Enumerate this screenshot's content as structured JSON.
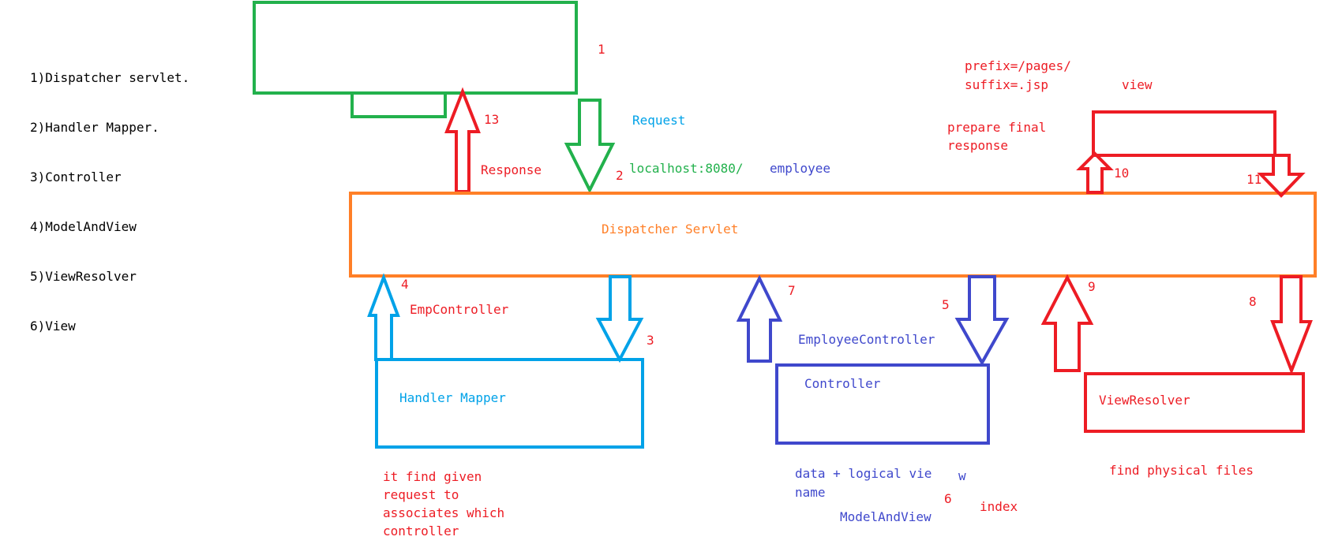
{
  "legend": {
    "items": [
      "1)Dispatcher servlet.",
      "2)Handler Mapper.",
      "3)Controller",
      "4)ModelAndView",
      "5)ViewResolver",
      "6)View"
    ]
  },
  "colors": {
    "green": "#22b14c",
    "orange": "#ff7f27",
    "cyan": "#00a2e8",
    "blue": "#3f48cc",
    "red": "#ed1c24",
    "black": "#000000"
  },
  "boxes": {
    "dispatcher": "Dispatcher Servlet",
    "handler_mapper": "Handler Mapper",
    "controller": "Controller",
    "view_resolver": "ViewResolver"
  },
  "steps": {
    "s1": "1",
    "s2": "2",
    "s3": "3",
    "s4": "4",
    "s5": "5",
    "s6": "6",
    "s7": "7",
    "s8": "8",
    "s9": "9",
    "s10": "10",
    "s11": "11",
    "s13": "13"
  },
  "labels": {
    "request": "Request",
    "response": "Response",
    "url_host": "localhost:8080/",
    "url_path": "employee",
    "emp_controller": "EmpController",
    "employee_controller": "EmployeeController",
    "prefix": "prefix=/pages/",
    "suffix": "suffix=.jsp",
    "view": "view",
    "prepare_final": "prepare final",
    "response_word": "response",
    "handler_note_1": "it find given",
    "handler_note_2": "request to",
    "handler_note_3": "associates which",
    "handler_note_4": "controller",
    "data_logical": "data + logical vie",
    "data_logical_w": "w",
    "name": "name",
    "model_and_view": "ModelAndView",
    "index": "index",
    "find_physical": "find physical files"
  }
}
